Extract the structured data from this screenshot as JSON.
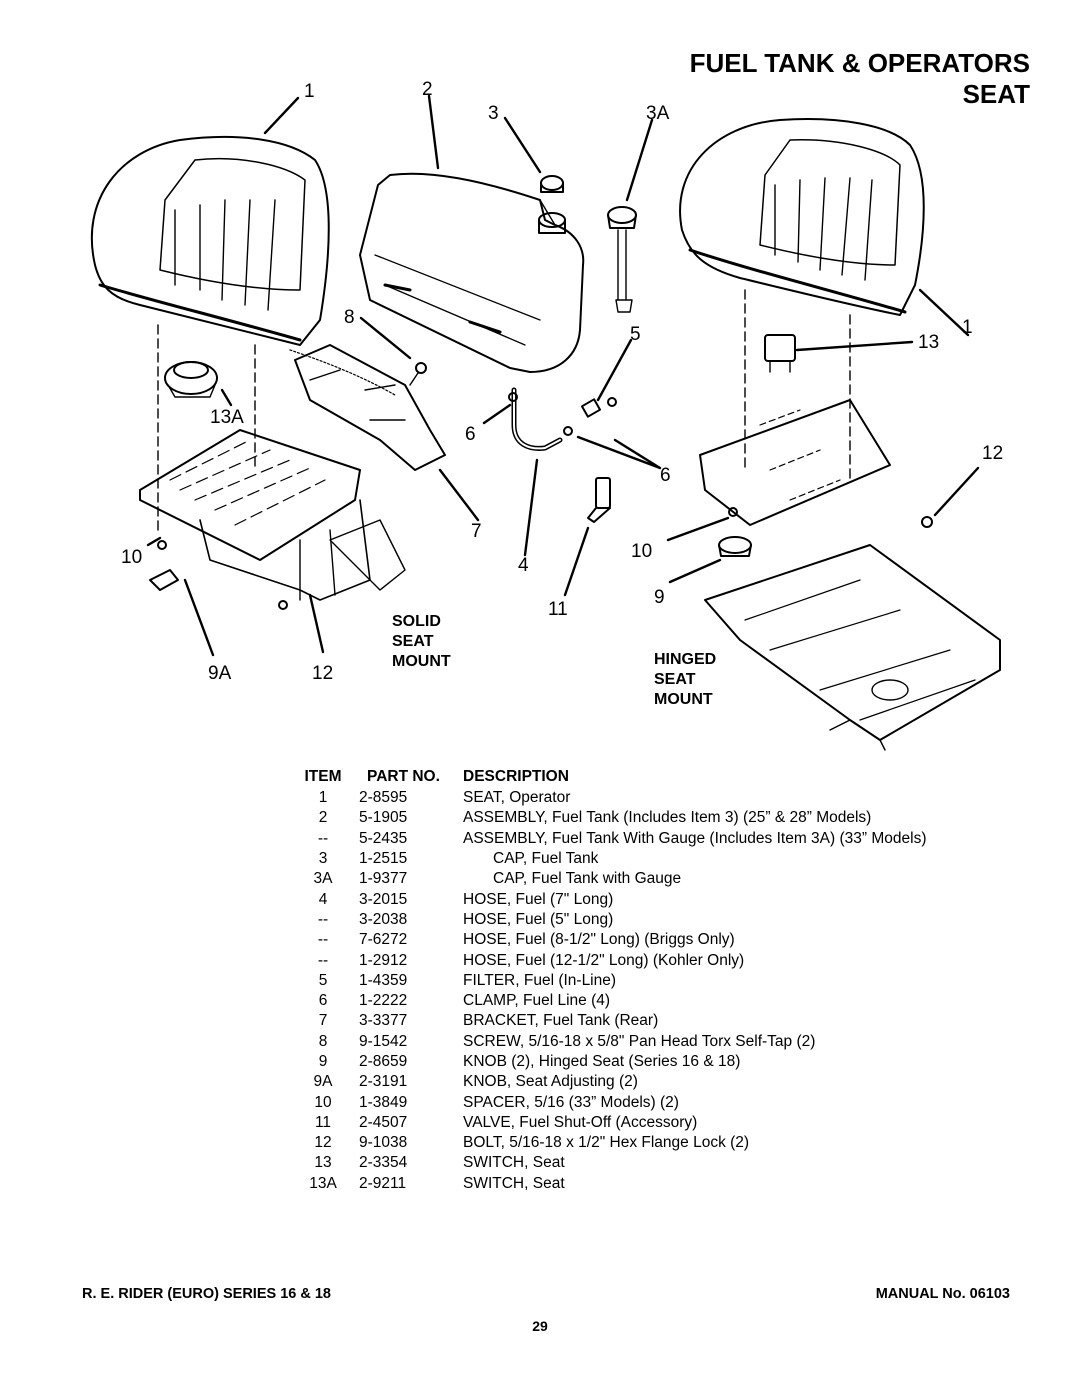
{
  "page_title": "FUEL TANK & OPERATORS SEAT",
  "callouts": {
    "c1a": "1",
    "c2": "2",
    "c3": "3",
    "c3a": "3A",
    "c8": "8",
    "c5": "5",
    "c13": "13",
    "c1b": "1",
    "c13a": "13A",
    "c6a": "6",
    "c12a": "12",
    "c6b": "6",
    "c7": "7",
    "c10a": "10",
    "c4": "4",
    "c10b": "10",
    "c11": "11",
    "c9": "9",
    "c9a": "9A",
    "c12b": "12"
  },
  "mount_labels": {
    "solid": [
      "SOLID",
      "SEAT",
      "MOUNT"
    ],
    "hinged": [
      "HINGED",
      "SEAT",
      "MOUNT"
    ]
  },
  "parts_table": {
    "headers": {
      "item": "ITEM",
      "part": "PART NO.",
      "desc": "DESCRIPTION"
    },
    "rows": [
      {
        "item": "1",
        "part": "2-8595",
        "desc": "SEAT, Operator"
      },
      {
        "item": "2",
        "part": "5-1905",
        "desc": "ASSEMBLY, Fuel Tank (Includes Item 3) (25” & 28” Models)"
      },
      {
        "item": "--",
        "part": "5-2435",
        "desc": "ASSEMBLY, Fuel Tank With Gauge (Includes Item 3A) (33” Models)"
      },
      {
        "item": "3",
        "part": "1-2515",
        "desc": "CAP, Fuel Tank",
        "indent": true
      },
      {
        "item": "3A",
        "part": "1-9377",
        "desc": "CAP, Fuel Tank with Gauge",
        "indent": true
      },
      {
        "item": "4",
        "part": "3-2015",
        "desc": "HOSE, Fuel (7\" Long)"
      },
      {
        "item": "--",
        "part": "3-2038",
        "desc": "HOSE, Fuel (5\" Long)"
      },
      {
        "item": "--",
        "part": "7-6272",
        "desc": "HOSE, Fuel (8-1/2\" Long) (Briggs Only)"
      },
      {
        "item": "--",
        "part": "1-2912",
        "desc": "HOSE, Fuel (12-1/2\" Long) (Kohler Only)"
      },
      {
        "item": "5",
        "part": "1-4359",
        "desc": "FILTER, Fuel (In-Line)"
      },
      {
        "item": "6",
        "part": "1-2222",
        "desc": "CLAMP, Fuel Line (4)"
      },
      {
        "item": "7",
        "part": "3-3377",
        "desc": "BRACKET, Fuel Tank (Rear)"
      },
      {
        "item": "8",
        "part": "9-1542",
        "desc": "SCREW, 5/16-18 x 5/8\" Pan Head Torx Self-Tap (2)"
      },
      {
        "item": "9",
        "part": "2-8659",
        "desc": "KNOB (2), Hinged Seat (Series 16 & 18)"
      },
      {
        "item": "9A",
        "part": "2-3191",
        "desc": "KNOB, Seat Adjusting (2)"
      },
      {
        "item": "10",
        "part": "1-3849",
        "desc": "SPACER, 5/16 (33” Models) (2)"
      },
      {
        "item": "11",
        "part": "2-4507",
        "desc": "VALVE, Fuel Shut-Off (Accessory)"
      },
      {
        "item": "12",
        "part": "9-1038",
        "desc": "BOLT, 5/16-18 x 1/2\" Hex Flange Lock (2)"
      },
      {
        "item": "13",
        "part": "2-3354",
        "desc": "SWITCH, Seat"
      },
      {
        "item": "13A",
        "part": "2-9211",
        "desc": "SWITCH, Seat"
      }
    ]
  },
  "footer": {
    "left": "R. E. RIDER (EURO) SERIES 16 & 18",
    "right": "MANUAL No. 06103",
    "page": "29"
  }
}
